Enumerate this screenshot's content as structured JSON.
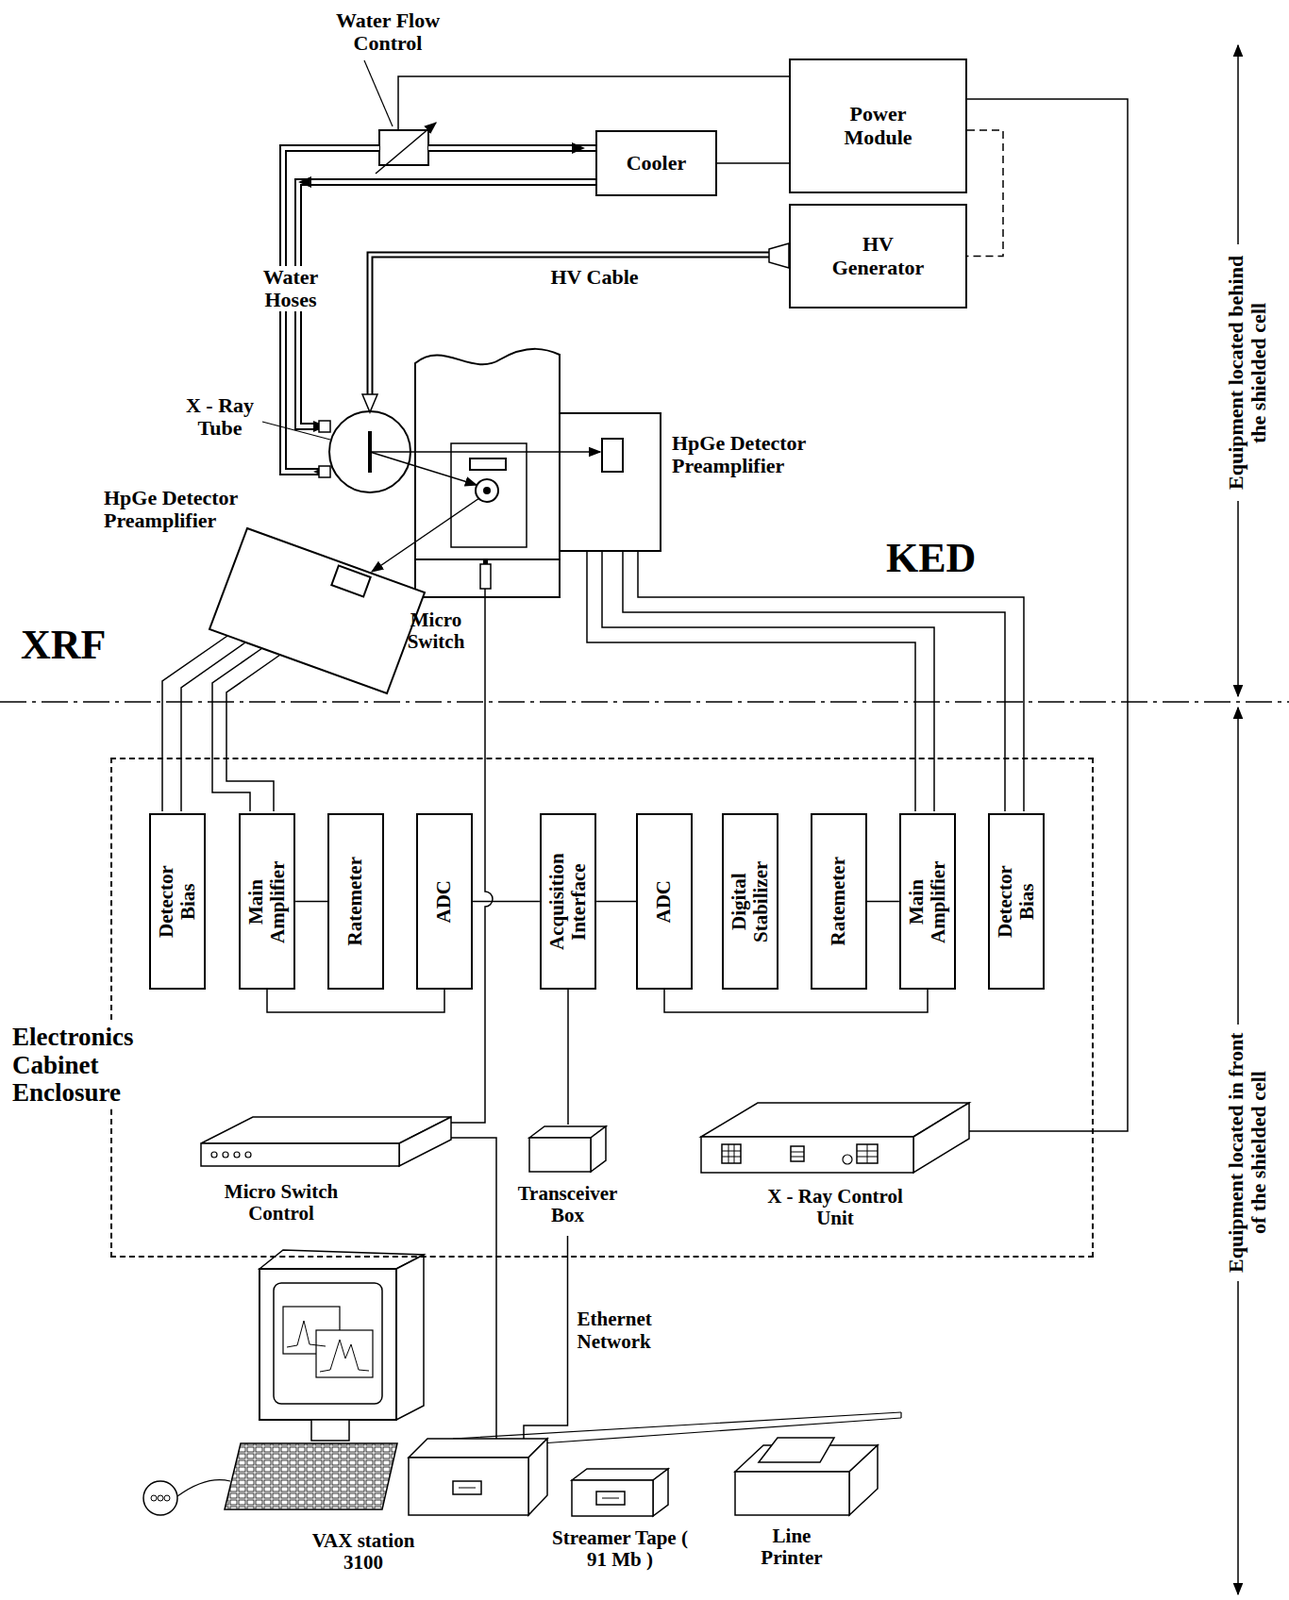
{
  "diagram": {
    "nodes": [
      {
        "text": [
          "Power Module"
        ]
      },
      {
        "text": [
          "Cooler"
        ]
      },
      {
        "text": [
          "HV Generator"
        ]
      },
      {
        "text": [
          "Electronics Cabinet Enclosure"
        ]
      },
      {
        "text": [
          "Detector Bias"
        ],
        "in": 3
      },
      {
        "text": [
          "Main Amplifier"
        ],
        "in": 3
      },
      {
        "text": [
          "Ratemeter"
        ],
        "in": 3
      },
      {
        "text": [
          "ADC"
        ],
        "in": 3
      },
      {
        "text": [
          "Acquisition Interface"
        ],
        "in": 3
      },
      {
        "text": [
          "ADC"
        ],
        "in": 3
      },
      {
        "text": [
          "Digital Stabilizer"
        ],
        "in": 3
      },
      {
        "text": [
          "Ratemeter"
        ],
        "in": 3
      },
      {
        "text": [
          "Main Amplifier"
        ],
        "in": 3
      },
      {
        "text": [
          "Detector Bias"
        ],
        "in": 3
      },
      {
        "text": [
          "Micro Switch Control"
        ],
        "in": 3
      },
      {
        "text": [
          "Transceiver Box"
        ],
        "in": 3
      },
      {
        "text": [
          "X - Ray Control Unit"
        ],
        "in": 3
      },
      {
        "text": [
          "VAX station 3100"
        ]
      },
      {
        "text": [
          "Streamer Tape ( 91 Mb )"
        ]
      },
      {
        "text": [
          "Line Printer"
        ]
      }
    ],
    "edges": [
      {
        "from": 0,
        "to": 1,
        "arrow": "none"
      },
      {
        "from": 0,
        "to": 2,
        "arrow": "none"
      },
      {
        "from": 0,
        "to": 16,
        "arrow": "none"
      },
      {
        "from": 5,
        "to": 6,
        "arrow": "none"
      },
      {
        "from": 5,
        "to": 7,
        "arrow": "none"
      },
      {
        "from": 7,
        "to": 8,
        "arrow": "none"
      },
      {
        "from": 8,
        "to": 9,
        "arrow": "none"
      },
      {
        "from": 12,
        "to": 11,
        "arrow": "none"
      },
      {
        "from": 12,
        "to": 9,
        "arrow": "none"
      },
      {
        "from": 8,
        "to": 15,
        "arrow": "none"
      },
      {
        "from": 15,
        "to": 17,
        "label": "Ethernet Network",
        "arrow": "none"
      },
      {
        "from": 14,
        "to": 17,
        "arrow": "none"
      }
    ],
    "labels": [
      "Water Flow Control",
      "Water Hoses",
      "HV Cable",
      "X - Ray Tube",
      "HpGe Detector Preamplifier",
      "HpGe Detector Preamplifier",
      "XRF",
      "KED",
      "Micro Switch",
      "Equipment located behind the shielded cell",
      "Equipment located in front of the shielded cell"
    ]
  }
}
